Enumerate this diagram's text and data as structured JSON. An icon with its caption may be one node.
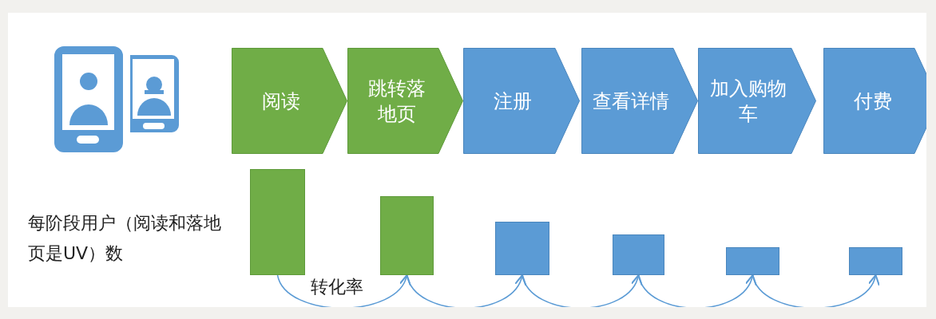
{
  "diagram": {
    "nodes": [
      {
        "text": [
          "阅读"
        ]
      },
      {
        "text": [
          "跳转落地页"
        ]
      },
      {
        "text": [
          "注册"
        ]
      },
      {
        "text": [
          "查看详情"
        ]
      },
      {
        "text": [
          "加入购物车"
        ]
      },
      {
        "text": [
          "付费"
        ]
      },
      {
        "text": [],
        "shape": "bar"
      },
      {
        "text": [],
        "shape": "bar"
      },
      {
        "text": [],
        "shape": "bar"
      },
      {
        "text": [],
        "shape": "bar"
      },
      {
        "text": [],
        "shape": "bar"
      },
      {
        "text": [],
        "shape": "bar"
      }
    ],
    "edges": [
      {
        "from": 6,
        "to": 7,
        "arrow": "to",
        "label": "转化率"
      },
      {
        "from": 7,
        "to": 8,
        "arrow": "to"
      },
      {
        "from": 8,
        "to": 9,
        "arrow": "to"
      },
      {
        "from": 9,
        "to": 10,
        "arrow": "to"
      },
      {
        "from": 10,
        "to": 11,
        "arrow": "to"
      }
    ],
    "labels": [
      "每阶段用户（阅读和落地页是UV）数"
    ]
  }
}
